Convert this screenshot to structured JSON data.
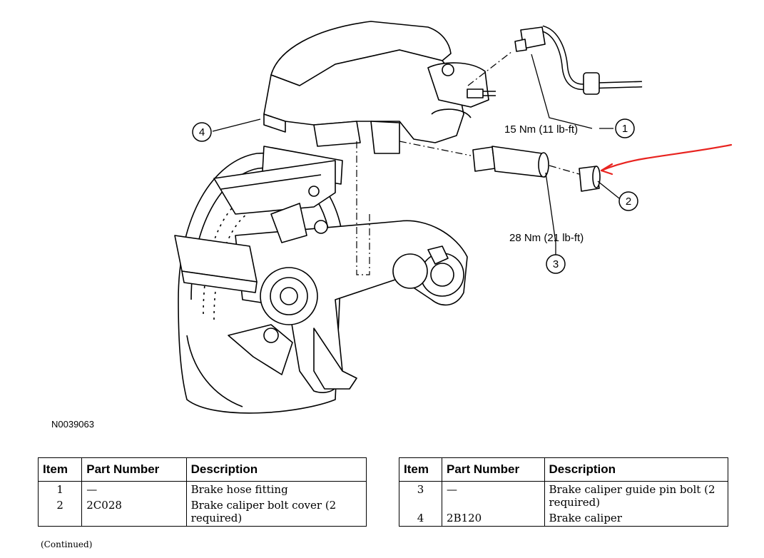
{
  "figure_id": "N0039063",
  "callouts": [
    {
      "number": "1",
      "torque": "15 Nm (11 lb-ft)"
    },
    {
      "number": "2",
      "torque": ""
    },
    {
      "number": "3",
      "torque": "28 Nm (21 lb-ft)"
    },
    {
      "number": "4",
      "torque": ""
    }
  ],
  "tables": {
    "headers": [
      "Item",
      "Part Number",
      "Description"
    ],
    "left": [
      {
        "item": "1",
        "part_number": "—",
        "description": "Brake hose fitting"
      },
      {
        "item": "2",
        "part_number": "2C028",
        "description": "Brake caliper bolt cover (2 required)"
      }
    ],
    "right": [
      {
        "item": "3",
        "part_number": "—",
        "description": "Brake caliper guide pin bolt (2 required)"
      },
      {
        "item": "4",
        "part_number": "2B120",
        "description": "Brake caliper"
      }
    ]
  },
  "continued_note": "(Continued)",
  "annotation_color": "#e8231f"
}
